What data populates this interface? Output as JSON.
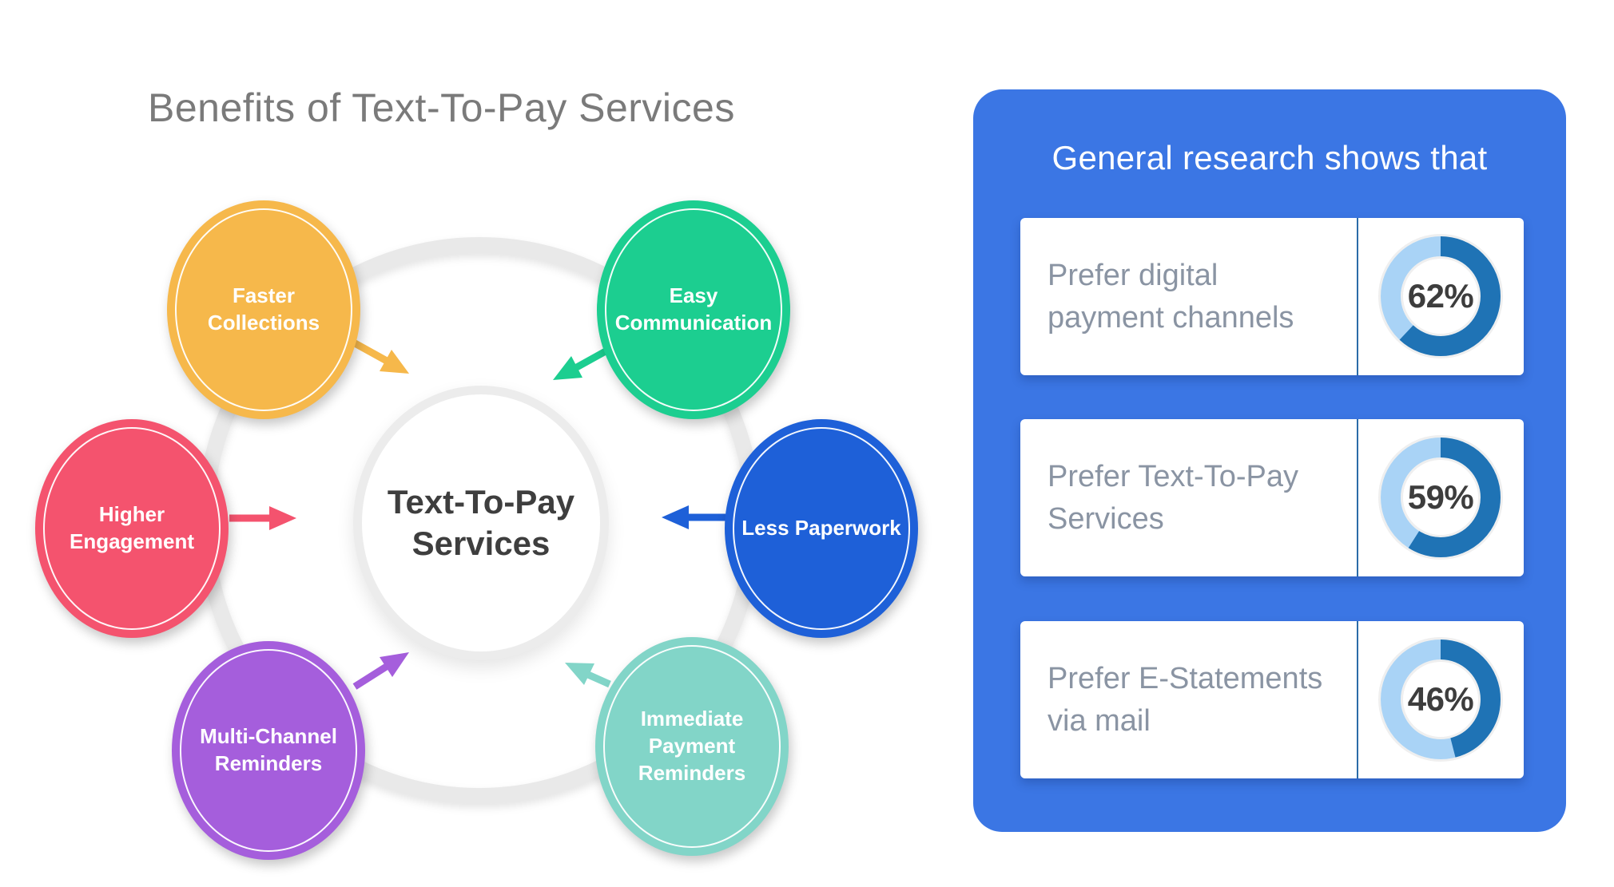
{
  "page": {
    "title": "Benefits of Text-To-Pay Services"
  },
  "diagram": {
    "center_label": "Text-To-Pay Services",
    "nodes": [
      {
        "id": "faster-collections",
        "label": "Faster Collections",
        "color": "#F6B84B"
      },
      {
        "id": "easy-communication",
        "label": "Easy Communication",
        "color": "#1CCE90"
      },
      {
        "id": "higher-engagement",
        "label": "Higher Engagement",
        "color": "#F4536E"
      },
      {
        "id": "less-paperwork",
        "label": "Less Paperwork",
        "color": "#1E60D8"
      },
      {
        "id": "multi-channel-reminders",
        "label": "Multi-Channel Reminders",
        "color": "#A55EDC"
      },
      {
        "id": "immediate-payment-reminders",
        "label": "Immediate Payment Reminders",
        "color": "#82D5C8"
      }
    ]
  },
  "research": {
    "heading": "General research shows that",
    "panel_color": "#3B76E4",
    "donut_fill_color": "#1F73B5",
    "donut_track_color": "#A9D3F6",
    "cards": [
      {
        "label": "Prefer digital payment channels",
        "percent": 62,
        "percent_label": "62%"
      },
      {
        "label": "Prefer Text-To-Pay Services",
        "percent": 59,
        "percent_label": "59%"
      },
      {
        "label": "Prefer E-Statements via mail",
        "percent": 46,
        "percent_label": "46%"
      }
    ]
  },
  "chart_data": [
    {
      "type": "pie",
      "title": "Prefer digital payment channels",
      "categories": [
        "Prefer",
        "Other"
      ],
      "values": [
        62,
        38
      ],
      "labels": [
        "62%"
      ],
      "colors": [
        "#1F73B5",
        "#A9D3F6"
      ],
      "legend": "none"
    },
    {
      "type": "pie",
      "title": "Prefer Text-To-Pay Services",
      "categories": [
        "Prefer",
        "Other"
      ],
      "values": [
        59,
        41
      ],
      "labels": [
        "59%"
      ],
      "colors": [
        "#1F73B5",
        "#A9D3F6"
      ],
      "legend": "none"
    },
    {
      "type": "pie",
      "title": "Prefer E-Statements via mail",
      "categories": [
        "Prefer",
        "Other"
      ],
      "values": [
        46,
        54
      ],
      "labels": [
        "46%"
      ],
      "colors": [
        "#1F73B5",
        "#A9D3F6"
      ],
      "legend": "none"
    }
  ]
}
